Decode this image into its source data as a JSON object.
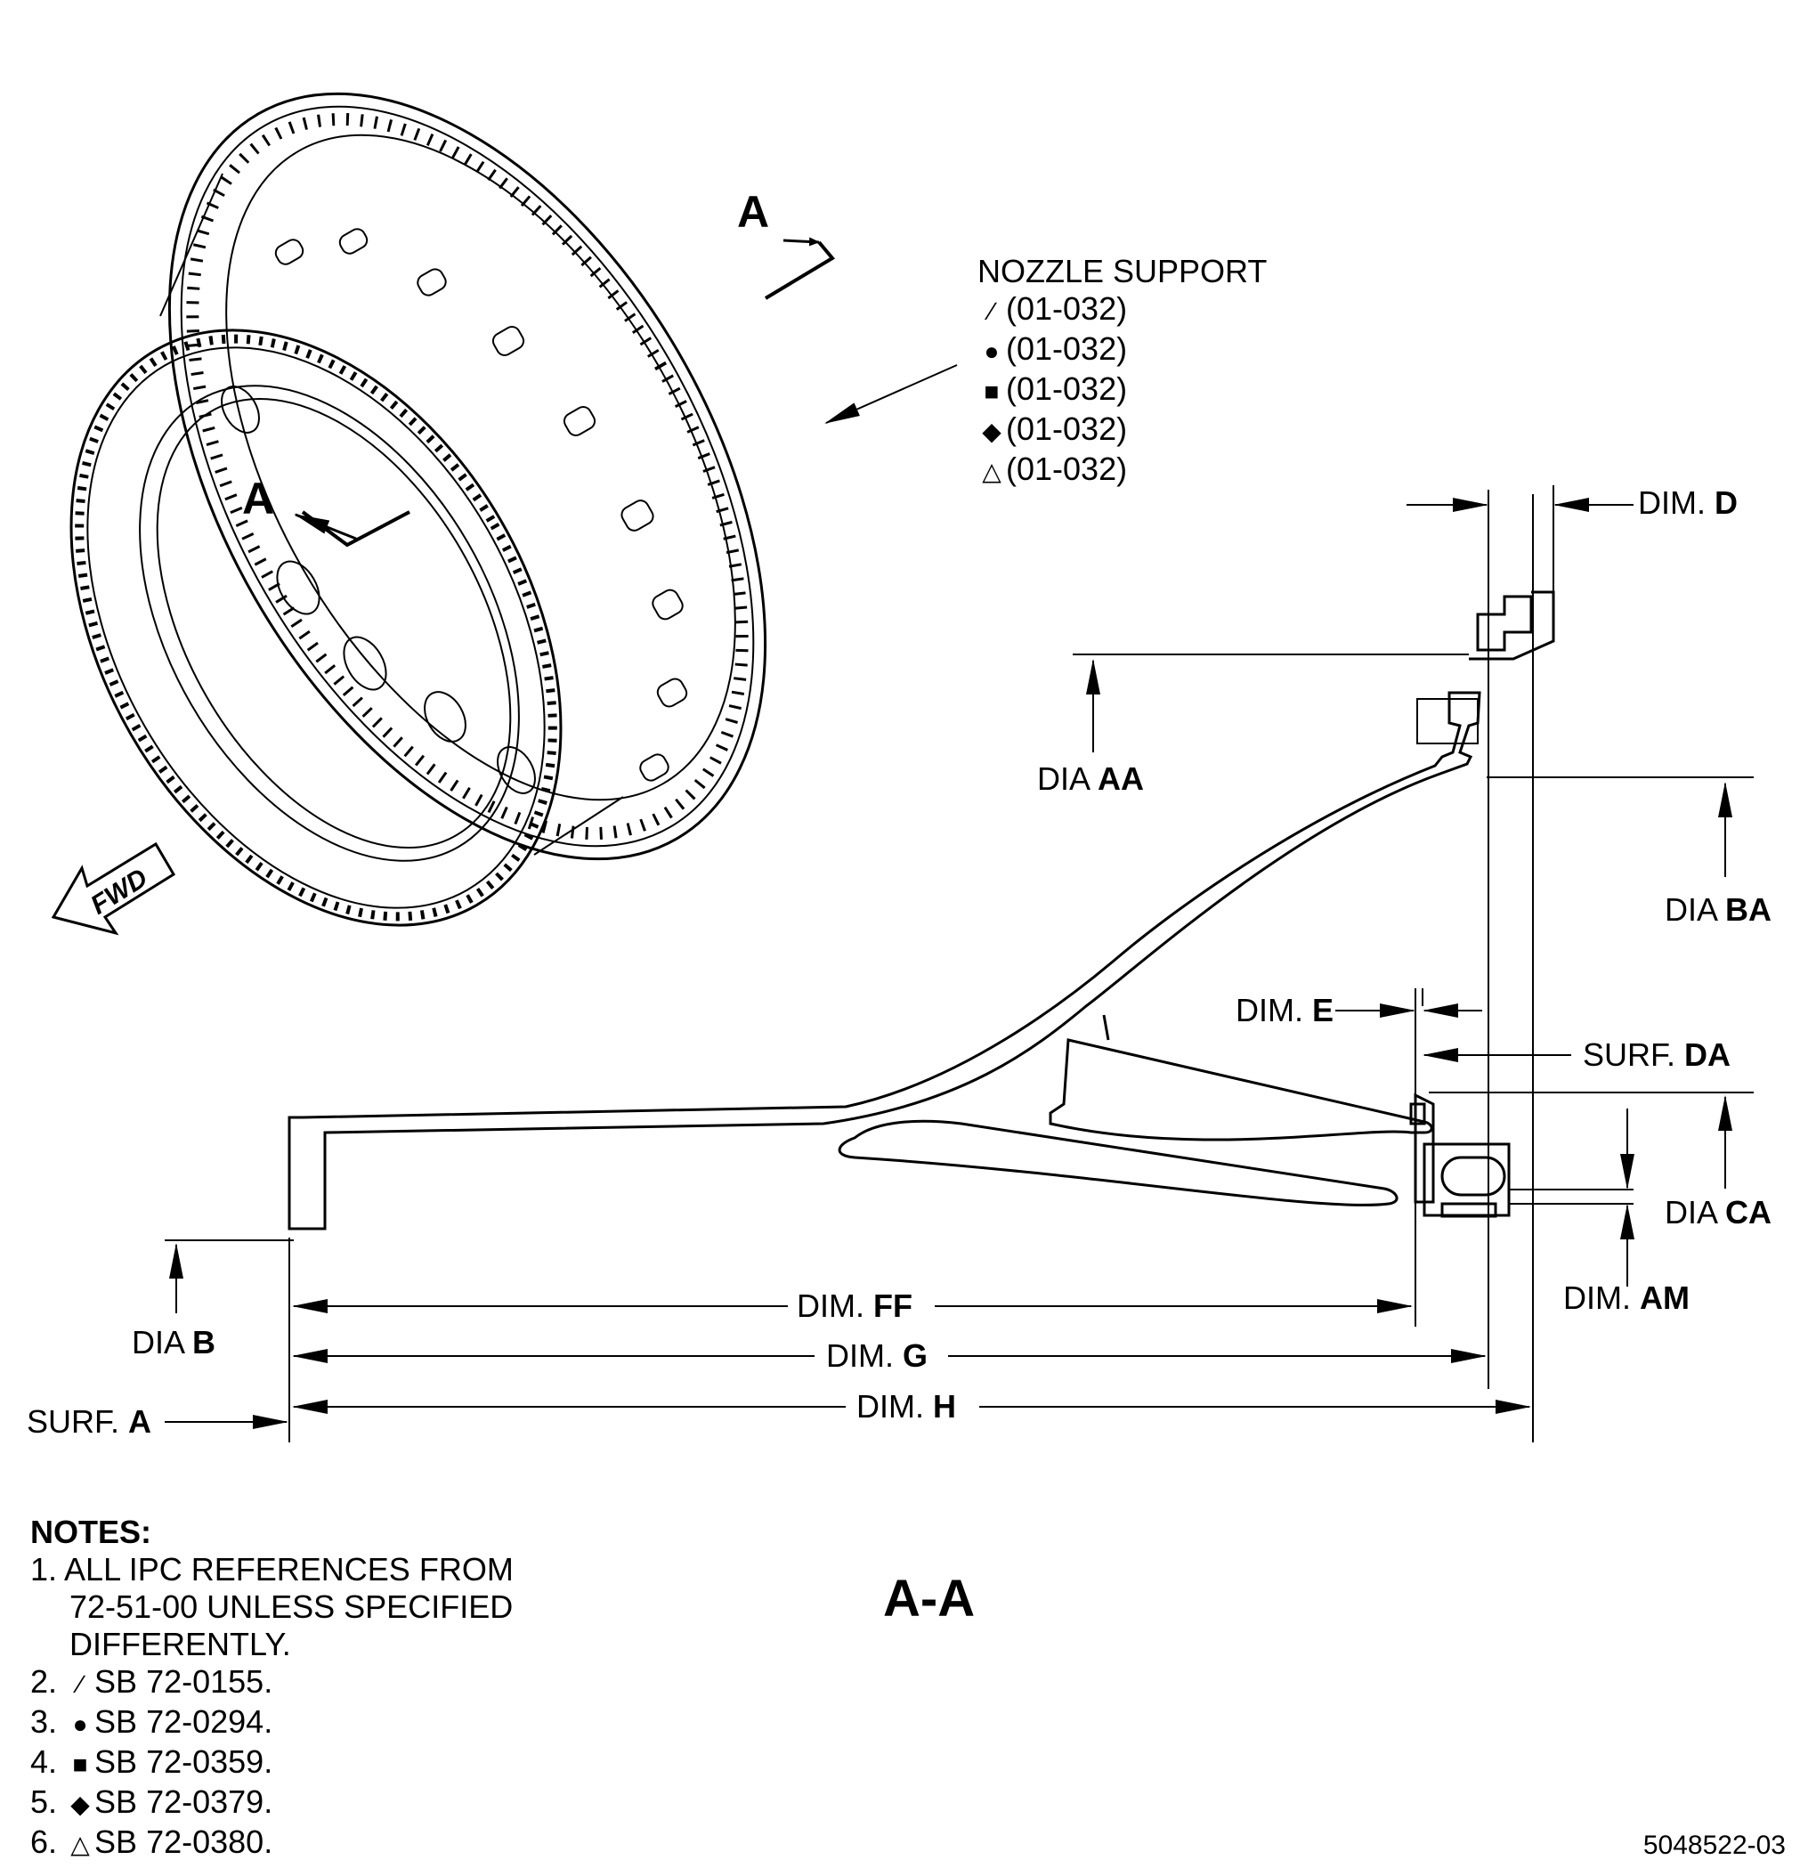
{
  "component": {
    "title": "NOZZLE SUPPORT",
    "refs": [
      {
        "icon": "right-triangle-icon",
        "text": "(01-032)"
      },
      {
        "icon": "filled-circle-icon",
        "text": "(01-032)"
      },
      {
        "icon": "filled-square-icon",
        "text": "(01-032)"
      },
      {
        "icon": "filled-diamond-icon",
        "text": "(01-032)"
      },
      {
        "icon": "open-triangle-icon",
        "text": "(01-032)"
      }
    ]
  },
  "section_marks": {
    "upper": "A",
    "lower": "A"
  },
  "fwd_label": "FWD",
  "dimensions": {
    "dim_d": {
      "prefix": "DIM.",
      "code": "D"
    },
    "dia_aa": {
      "prefix": "DIA",
      "code": "AA"
    },
    "dia_ba": {
      "prefix": "DIA",
      "code": "BA"
    },
    "dim_e": {
      "prefix": "DIM.",
      "code": "E"
    },
    "surf_da": {
      "prefix": "SURF.",
      "code": "DA"
    },
    "dia_ca": {
      "prefix": "DIA",
      "code": "CA"
    },
    "dim_am": {
      "prefix": "DIM.",
      "code": "AM"
    },
    "dia_b": {
      "prefix": "DIA",
      "code": "B"
    },
    "surf_a": {
      "prefix": "SURF.",
      "code": "A"
    },
    "dim_ff": {
      "prefix": "DIM.",
      "code": "FF"
    },
    "dim_g": {
      "prefix": "DIM.",
      "code": "G"
    },
    "dim_h": {
      "prefix": "DIM.",
      "code": "H"
    }
  },
  "section_title": "A-A",
  "notes": {
    "heading": "NOTES:",
    "items": [
      {
        "num": "1.",
        "lines": [
          "ALL IPC REFERENCES FROM",
          "72-51-00 UNLESS SPECIFIED",
          "DIFFERENTLY."
        ]
      },
      {
        "num": "2.",
        "icon": "right-triangle-icon",
        "text": "SB 72-0155."
      },
      {
        "num": "3.",
        "icon": "filled-circle-icon",
        "text": "SB 72-0294."
      },
      {
        "num": "4.",
        "icon": "filled-square-icon",
        "text": "SB 72-0359."
      },
      {
        "num": "5.",
        "icon": "filled-diamond-icon",
        "text": "SB 72-0379."
      },
      {
        "num": "6.",
        "icon": "open-triangle-icon",
        "text": "SB 72-0380."
      }
    ]
  },
  "figure_number": "5048522-03"
}
